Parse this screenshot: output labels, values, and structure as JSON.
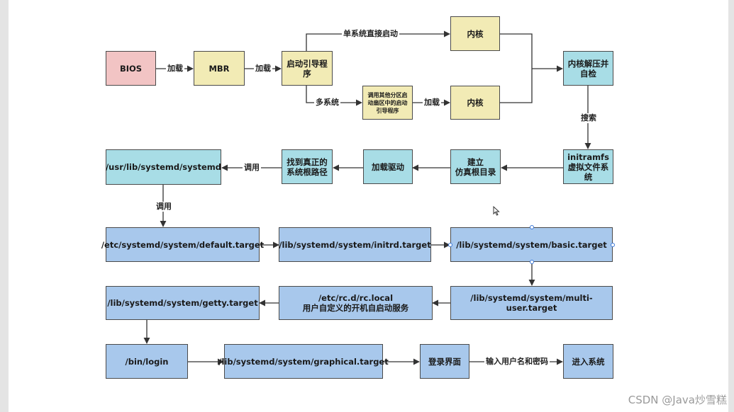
{
  "nodes": {
    "bios": "BIOS",
    "mbr": "MBR",
    "bootloader": "启动引导程序",
    "kernel_top": "内核",
    "chain_loader": "调用其他分区启动扇区中的启动引导程序",
    "kernel_bottom": "内核",
    "kernel_decompress": "内核解压并自检",
    "initramfs_title": "initramfs",
    "initramfs_desc": "虚拟文件系统",
    "fake_root_title": "建立",
    "fake_root_desc": "仿真根目录",
    "load_driver": "加载驱动",
    "find_root": "找到真正的系统根路径",
    "systemd": "/usr/lib/systemd/systemd",
    "default_target": "/etc/systemd/system/default.target",
    "initrd_target": "/lib/systemd/system/initrd.target",
    "basic_target": "/lib/systemd/system/basic.target",
    "multi_user_target": "/lib/systemd/system/multi-user.target",
    "rc_local_path": "/etc/rc.d/rc.local",
    "rc_local_desc": "用户自定义的开机自启动服务",
    "getty_target": "/lib/systemd/system/getty.target",
    "bin_login": "/bin/login",
    "graphical_target": "/lib/systemd/system/graphical.target",
    "login_screen": "登录界面",
    "enter_system": "进入系统"
  },
  "edge_labels": {
    "bios_mbr": "加载",
    "mbr_bootloader": "加载",
    "single_system": "单系统直接启动",
    "multi_system": "多系统",
    "chain_kernel": "加载",
    "search": "搜索",
    "call_systemd": "调用",
    "call_default": "调用",
    "input_credentials": "输入用户名和密码"
  },
  "watermark": "CSDN @Java炒雪糕",
  "colors": {
    "pink": "#f2c4c4",
    "yellow": "#f2ebb5",
    "cyan": "#a8dde6",
    "blue": "#a8c8ec",
    "edge": "#333333"
  }
}
